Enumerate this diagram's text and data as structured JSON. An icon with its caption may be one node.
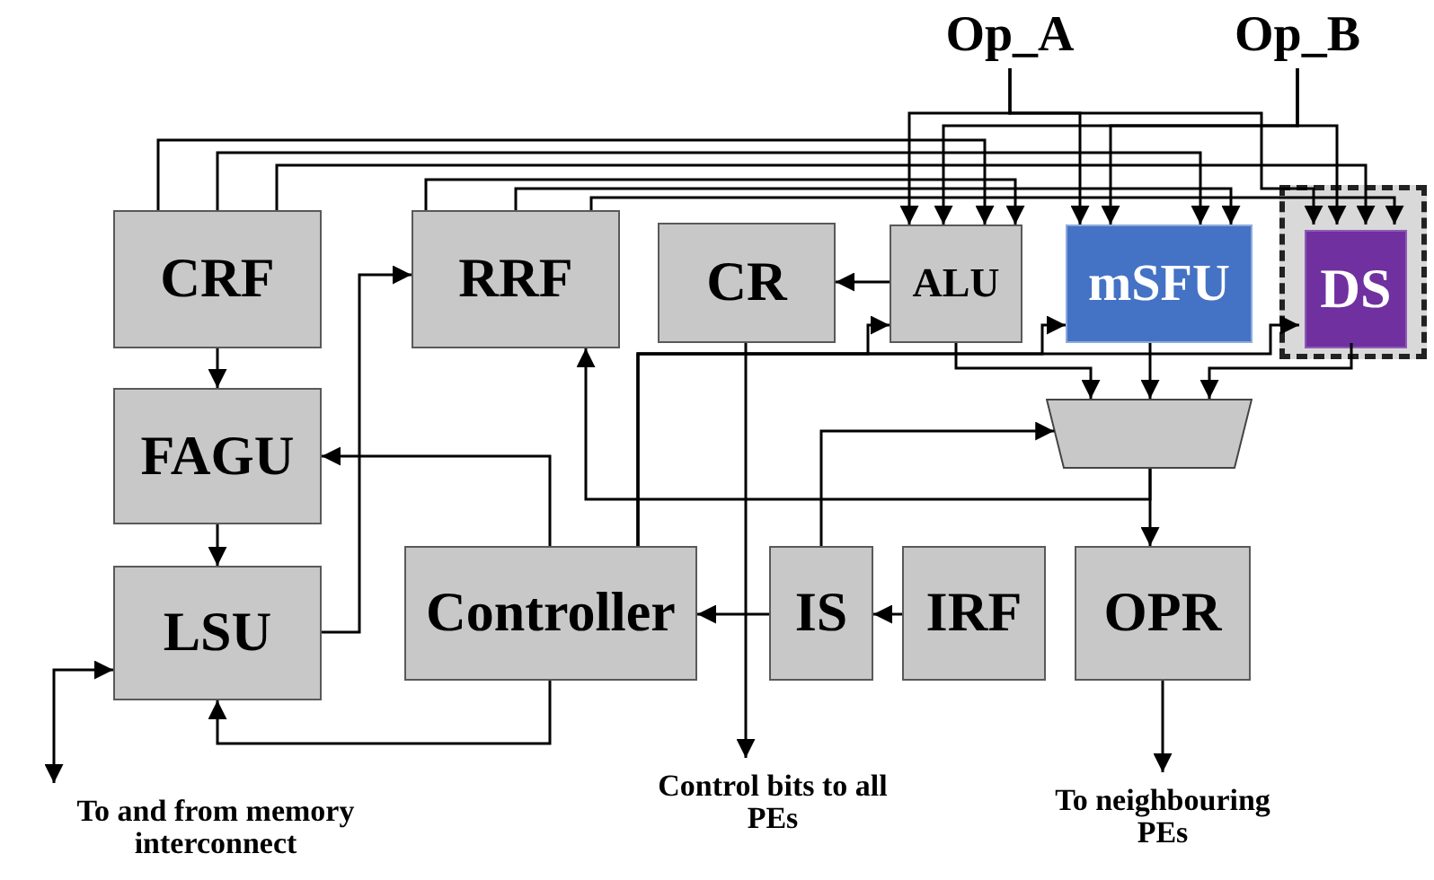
{
  "diagram": {
    "nodes": [
      {
        "text": [
          "Op_A"
        ]
      },
      {
        "text": [
          "Op_B"
        ]
      },
      {
        "text": [
          "CRF"
        ]
      },
      {
        "text": [
          "RRF"
        ]
      },
      {
        "text": [
          "CR"
        ]
      },
      {
        "text": [
          "ALU"
        ]
      },
      {
        "text": [
          "mSFU"
        ]
      },
      {
        "text": [],
        "shape": "box"
      },
      {
        "text": [
          "DS"
        ],
        "in": 7
      },
      {
        "text": [],
        "shape": "trapezoid"
      },
      {
        "text": [
          "FAGU"
        ]
      },
      {
        "text": [
          "LSU"
        ]
      },
      {
        "text": [
          "Controller"
        ]
      },
      {
        "text": [
          "IS"
        ]
      },
      {
        "text": [
          "IRF"
        ]
      },
      {
        "text": [
          "OPR"
        ]
      },
      {
        "text": [
          "To and from memory interconnect"
        ]
      },
      {
        "text": [
          "Control bits to all PEs"
        ]
      },
      {
        "text": [
          "To neighbouring PEs"
        ]
      }
    ],
    "edges": [
      {
        "from": 0,
        "to": 5,
        "arrow": "to"
      },
      {
        "from": 0,
        "to": 6,
        "arrow": "to"
      },
      {
        "from": 0,
        "to": 8,
        "arrow": "to"
      },
      {
        "from": 1,
        "to": 5,
        "arrow": "to"
      },
      {
        "from": 1,
        "to": 6,
        "arrow": "to"
      },
      {
        "from": 1,
        "to": 8,
        "arrow": "to"
      },
      {
        "from": 2,
        "to": 5,
        "arrow": "to"
      },
      {
        "from": 2,
        "to": 6,
        "arrow": "to"
      },
      {
        "from": 2,
        "to": 8,
        "arrow": "to"
      },
      {
        "from": 3,
        "to": 5,
        "arrow": "to"
      },
      {
        "from": 3,
        "to": 6,
        "arrow": "to"
      },
      {
        "from": 3,
        "to": 8,
        "arrow": "to"
      },
      {
        "from": 5,
        "to": 4,
        "arrow": "to"
      },
      {
        "from": 12,
        "to": 5,
        "arrow": "to"
      },
      {
        "from": 12,
        "to": 6,
        "arrow": "to"
      },
      {
        "from": 12,
        "to": 8,
        "arrow": "to"
      },
      {
        "from": 5,
        "to": 9,
        "arrow": "to"
      },
      {
        "from": 6,
        "to": 9,
        "arrow": "to"
      },
      {
        "from": 8,
        "to": 9,
        "arrow": "to"
      },
      {
        "from": 13,
        "to": 9,
        "arrow": "to"
      },
      {
        "from": 9,
        "to": 15,
        "arrow": "to"
      },
      {
        "from": 9,
        "to": 3,
        "arrow": "to"
      },
      {
        "from": 2,
        "to": 10,
        "arrow": "to"
      },
      {
        "from": 10,
        "to": 11,
        "arrow": "to"
      },
      {
        "from": 11,
        "to": 3,
        "arrow": "to"
      },
      {
        "from": 12,
        "to": 10,
        "arrow": "to"
      },
      {
        "from": 12,
        "to": 11,
        "arrow": "to"
      },
      {
        "from": 14,
        "to": 13,
        "arrow": "to"
      },
      {
        "from": 13,
        "to": 12,
        "arrow": "to"
      },
      {
        "from": 4,
        "to": 17,
        "arrow": "to"
      },
      {
        "from": 15,
        "to": 18,
        "arrow": "to"
      },
      {
        "from": 11,
        "to": 16,
        "arrow": "both"
      }
    ]
  }
}
